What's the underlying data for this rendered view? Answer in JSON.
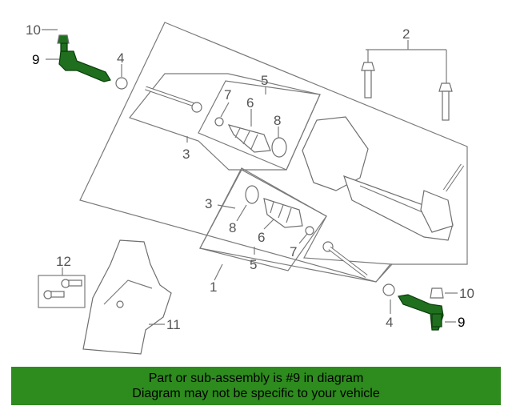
{
  "callouts": {
    "c1": "1",
    "c2": "2",
    "c3_upper": "3",
    "c3_lower": "3",
    "c4_upper": "4",
    "c4_lower": "4",
    "c5_upper": "5",
    "c5_lower": "5",
    "c6_upper": "6",
    "c6_lower": "6",
    "c7_upper": "7",
    "c7_lower": "7",
    "c8_upper": "8",
    "c8_lower": "8",
    "c9_left": "9",
    "c9_right": "9",
    "c10_left": "10",
    "c10_right": "10",
    "c11": "11",
    "c12": "12"
  },
  "banner": {
    "line1": "Part or sub-assembly is #9 in diagram",
    "line2": "Diagram may not be specific to your vehicle"
  },
  "colors": {
    "highlight": "#1f6f1f",
    "banner": "#2e8b1e"
  }
}
